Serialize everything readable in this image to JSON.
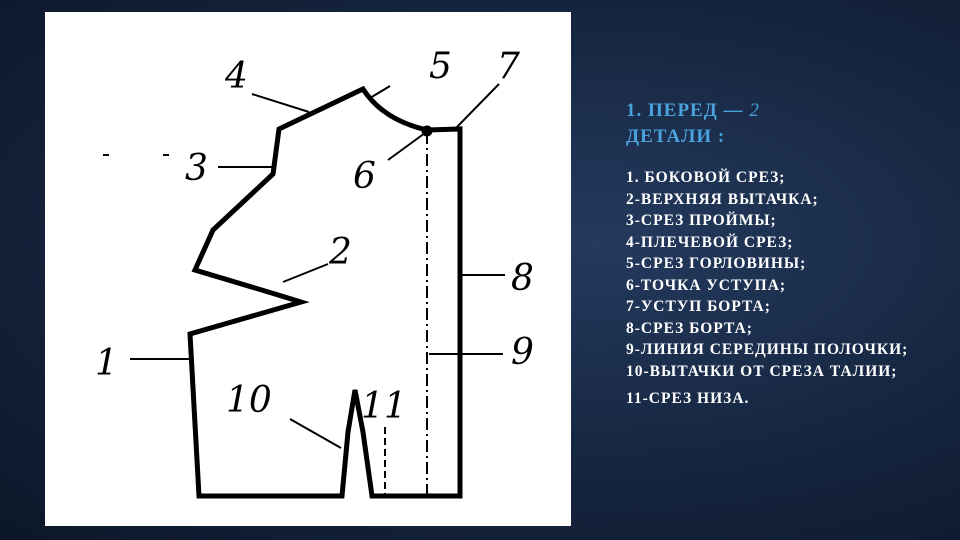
{
  "heading": {
    "text": "1. ПЕРЕД —",
    "number": "2",
    "suffix": "ДЕТАЛИ :"
  },
  "items": [
    "1. БОКОВОЙ СРЕЗ;",
    "2-ВЕРХНЯЯ ВЫТАЧКА;",
    "3-СРЕЗ ПРОЙМЫ;",
    "4-ПЛЕЧЕВОЙ СРЕЗ;",
    "5-СРЕЗ ГОРЛОВИНЫ;",
    "6-ТОЧКА УСТУПА;",
    "7-УСТУП БОРТА;",
    "8-СРЕЗ БОРТА;",
    "9-ЛИНИЯ СЕРЕДИНЫ ПОЛОЧКИ;",
    "10-ВЫТАЧКИ ОТ СРЕЗА ТАЛИИ;",
    "11-СРЕЗ НИЗА."
  ],
  "diagram_labels": {
    "l1": "1",
    "l2": "2",
    "l3": "3",
    "l4": "4",
    "l5": "5",
    "l6": "6",
    "l7": "7",
    "l8": "8",
    "l9": "9",
    "l10": "10",
    "l11": "11"
  },
  "colors": {
    "heading": "#4aa3dc",
    "text": "#ffffff",
    "panel": "#ffffff",
    "line": "#000000"
  }
}
